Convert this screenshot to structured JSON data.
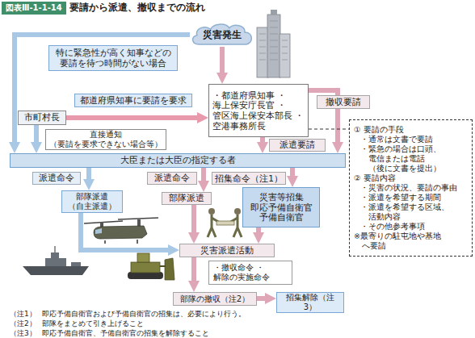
{
  "diagram": {
    "title": "要請から派遣、撤収までの流れ",
    "nodes": [
      {
        "text": [
          "災害発生"
        ]
      },
      {
        "text": [
          "特に緊急性が高く知事などの要請を待つ時間がない場合"
        ]
      },
      {
        "text": [
          "都道府県知事に要請を要求"
        ]
      },
      {
        "text": [
          "市町村長"
        ]
      },
      {
        "text": [
          "・都道府県知事 ・海上保安庁長官 ・管区海上保安本部長 ・空港事務所長"
        ]
      },
      {
        "text": [
          "撤収要請"
        ]
      },
      {
        "text": [
          "直接通知 （要請を要求できない場合等）"
        ]
      },
      {
        "text": [
          "派遣要請"
        ]
      },
      {
        "text": [
          "大臣または大臣の指定する者"
        ]
      },
      {
        "text": [
          "① 要請の手段",
          "・通常は文書で要請",
          "・緊急の場合は口頭、 電信または電話 （後に文書を提出）",
          "② 要請内容",
          "・災害の状況、要請の事由",
          "・派遣を希望する期間",
          "・派遣を希望する区域、 活動内容",
          "・その他参考事項",
          "※最寄りの駐屯地や基地 へ要請"
        ]
      },
      {
        "text": [
          "派遣命令"
        ]
      },
      {
        "text": [
          "派遣命令"
        ]
      },
      {
        "text": [
          "招集命令（注1）"
        ]
      },
      {
        "text": [
          "部隊派遣 （自主派遣）"
        ]
      },
      {
        "text": [
          "部隊派遣"
        ]
      },
      {
        "text": [
          "災害等招集 即応予備自衛官 予備自衛官"
        ]
      },
      {
        "text": [
          "災害派遣活動"
        ]
      },
      {
        "text": [
          "・撤収命令 ・解除の実施命令"
        ]
      },
      {
        "text": [
          "部隊の撤収（注2）"
        ]
      },
      {
        "text": [
          "招集解除（注3）"
        ]
      }
    ],
    "edges": [
      {
        "from": 0,
        "to": 4,
        "arrow": "to"
      },
      {
        "from": 0,
        "to": 8,
        "arrow": "to"
      },
      {
        "from": 3,
        "to": 4,
        "arrow": "to"
      },
      {
        "from": 3,
        "to": 8,
        "arrow": "to"
      },
      {
        "from": 4,
        "to": 8,
        "arrow": "to"
      },
      {
        "from": 4,
        "to": 8,
        "arrow": "to"
      },
      {
        "from": 4,
        "to": 9,
        "arrow": "none"
      },
      {
        "from": 8,
        "to": 13,
        "arrow": "to"
      },
      {
        "from": 8,
        "to": 14,
        "arrow": "to"
      },
      {
        "from": 8,
        "to": 15,
        "arrow": "to"
      },
      {
        "from": 13,
        "to": 16,
        "arrow": "to"
      },
      {
        "from": 14,
        "to": 16,
        "arrow": "to"
      },
      {
        "from": 15,
        "to": 16,
        "arrow": "to"
      },
      {
        "from": 16,
        "to": 18,
        "arrow": "to"
      },
      {
        "from": 18,
        "to": 19,
        "arrow": "to"
      }
    ],
    "labels": [
      "図表Ⅲ-1-1-14",
      "（注1）",
      "即応予備自衛官および予備自衛官の招集は、必要により行う。",
      "（注2）",
      "部隊をまとめて引き上げること",
      "（注3）",
      "即応予備自衛官、予備自衛官の招集を解除すること"
    ]
  }
}
